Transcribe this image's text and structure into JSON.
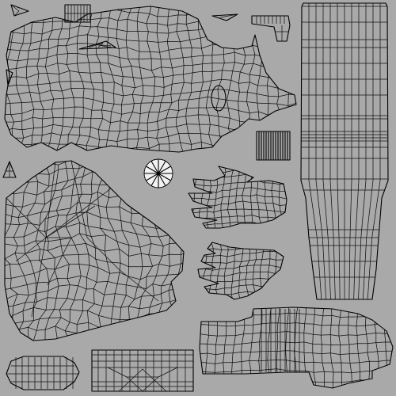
{
  "image": {
    "kind": "uv-texture-layout",
    "background_color": "#a9a9a9",
    "line_color": "#111111"
  },
  "islands": [
    {
      "name": "torso-island",
      "shape": "wide-wavy-mesh"
    },
    {
      "name": "head-island",
      "shape": "large-polygon-mesh"
    },
    {
      "name": "limb-strip-island",
      "shape": "tall-vertical-strip"
    },
    {
      "name": "upper-hand-island",
      "shape": "hand-with-fingers"
    },
    {
      "name": "lower-hand-island",
      "shape": "hand-with-fingers"
    },
    {
      "name": "forearm-island",
      "shape": "horizontal-sleeve"
    },
    {
      "name": "belt-island",
      "shape": "rectangular-grid"
    },
    {
      "name": "bone-island",
      "shape": "dumbbell-strip"
    },
    {
      "name": "wheel-island",
      "shape": "radial-disc"
    },
    {
      "name": "top-strip-island",
      "shape": "small-grid"
    },
    {
      "name": "barcode-island",
      "shape": "striped-block"
    },
    {
      "name": "top-right-fragment-island",
      "shape": "small-bent-strip"
    },
    {
      "name": "tiny-triangles",
      "shape": "small-triangles"
    }
  ]
}
